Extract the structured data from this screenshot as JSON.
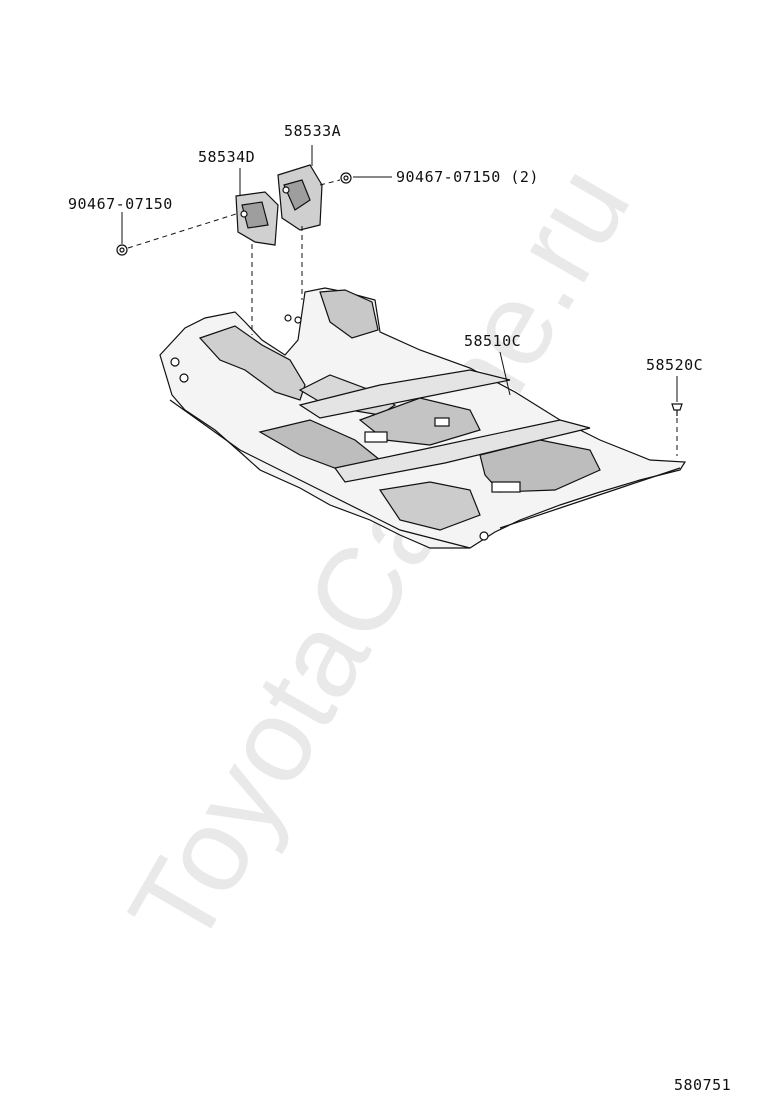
{
  "watermark": "ToyotaCarline.ru",
  "labels": {
    "part_58533a": "58533A",
    "part_58534d": "58534D",
    "part_90467_right": "90467-07150 (2)",
    "part_90467_left": "90467-07150",
    "part_58510c": "58510C",
    "part_58520c": "58520C",
    "figure_number": "580751"
  },
  "colors": {
    "line": "#111111",
    "shade": "#bdbdbd",
    "watermark": "#e9e9e9"
  }
}
